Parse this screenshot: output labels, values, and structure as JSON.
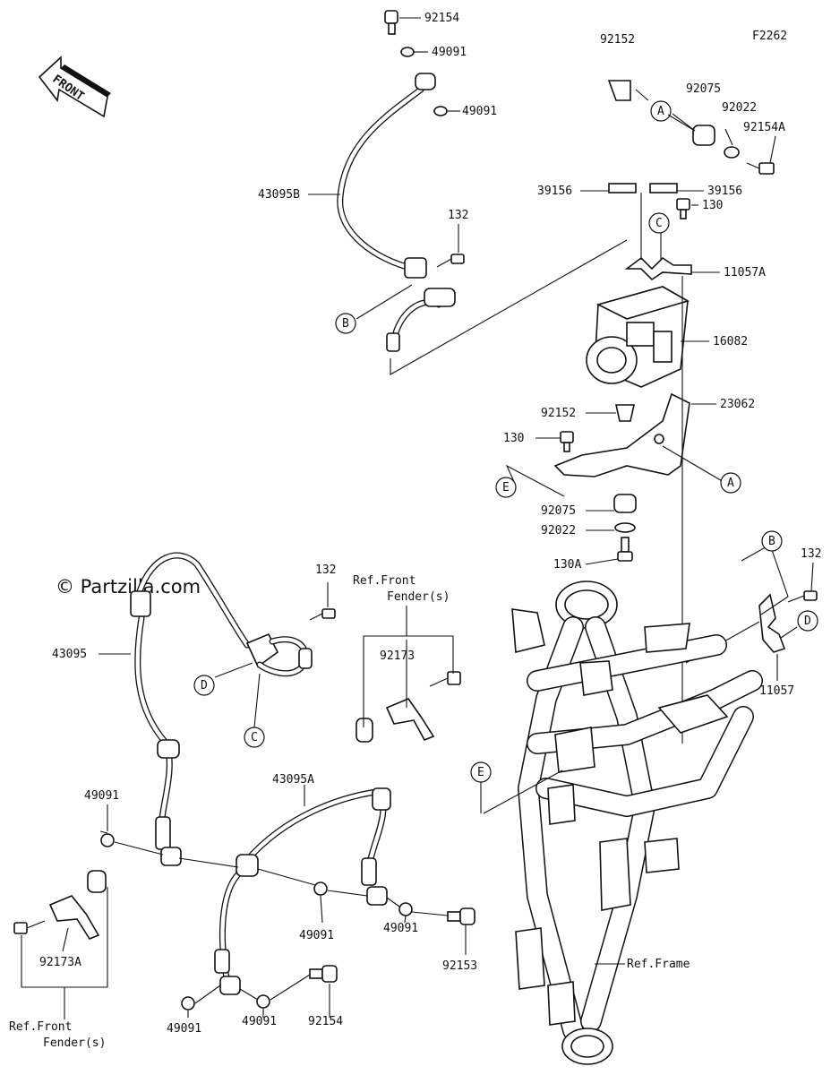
{
  "figure_code": "F2262",
  "watermark": "© Partzilla.com",
  "front_arrow_label": "FRONT",
  "labels": {
    "p92154_top": "92154",
    "p49091_a": "49091",
    "p49091_b": "49091",
    "p43095B": "43095B",
    "p132_top": "132",
    "p92152_top": "92152",
    "p92075_top": "92075",
    "p92022_top": "92022",
    "p92154A": "92154A",
    "p39156_l": "39156",
    "p39156_r": "39156",
    "p130_top": "130",
    "p11057A": "11057A",
    "p16082": "16082",
    "p92152_mid": "92152",
    "p23062": "23062",
    "p130_mid": "130",
    "p92075_mid": "92075",
    "p92022_mid": "92022",
    "p130A": "130A",
    "p132_right": "132",
    "p11057": "11057",
    "p43095": "43095",
    "p132_mid": "132",
    "ref_front_fender_top_1": "Ref.Front",
    "ref_front_fender_top_2": "Fender(s)",
    "p92173": "92173",
    "p43095A": "43095A",
    "p49091_c": "49091",
    "p49091_d": "49091",
    "p49091_e": "49091",
    "p92153": "92153",
    "p92173A": "92173A",
    "ref_front_fender_bot_1": "Ref.Front",
    "ref_front_fender_bot_2": "Fender(s)",
    "p49091_f": "49091",
    "p49091_g": "49091",
    "p92154_bot": "92154",
    "ref_frame": "Ref.Frame"
  },
  "callouts": {
    "A1": "A",
    "A2": "A",
    "B1": "B",
    "B2": "B",
    "C1": "C",
    "C2": "C",
    "D1": "D",
    "D2": "D",
    "E1": "E",
    "E2": "E"
  }
}
